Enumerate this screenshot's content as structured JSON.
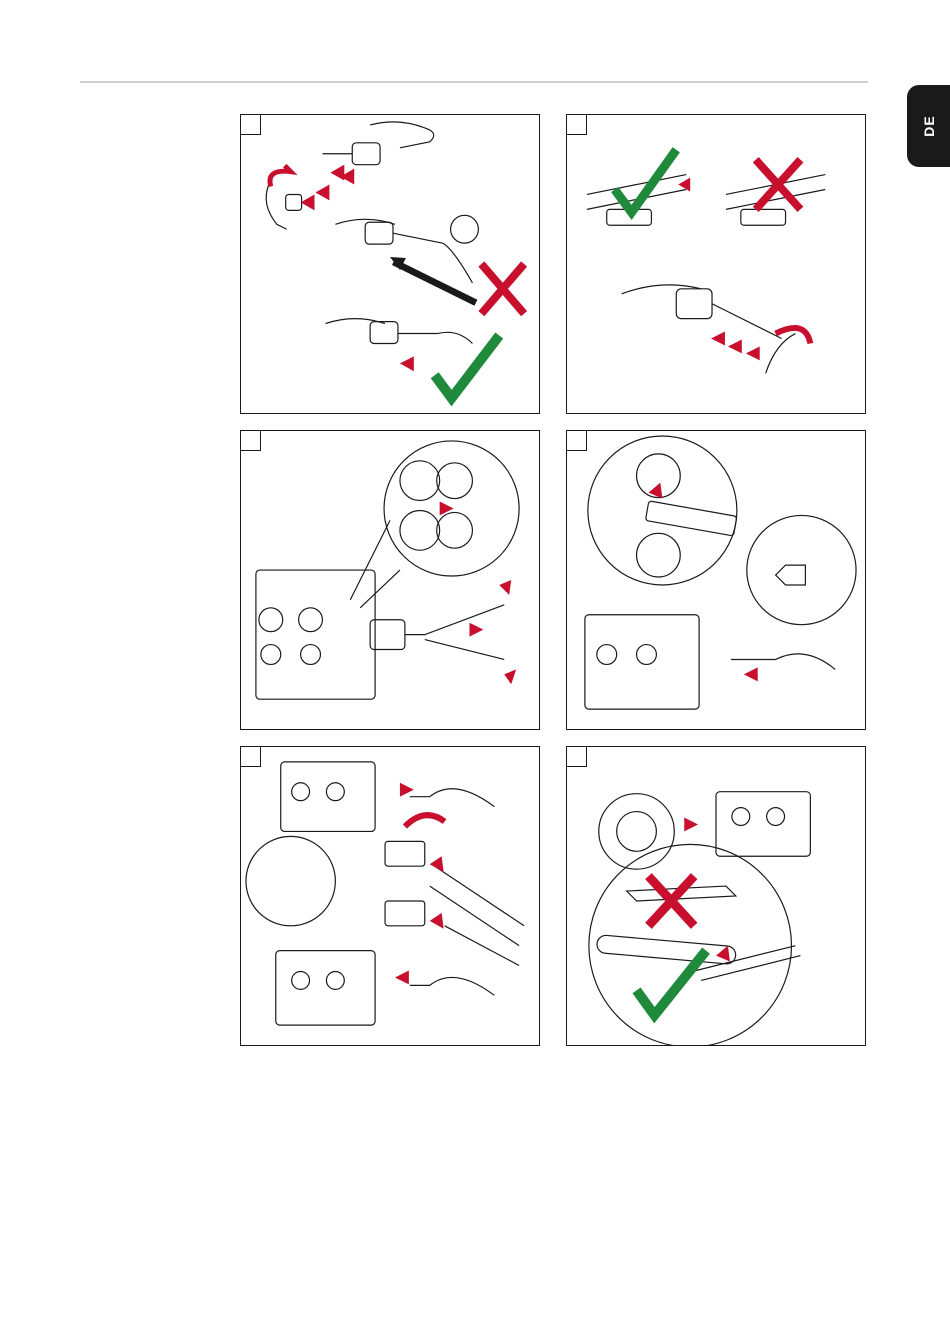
{
  "header": {
    "language_tab": "DE",
    "accent_color": "#1a1a1a"
  },
  "colors": {
    "arrow_red": "#c8102e",
    "check_green": "#1f8a3b",
    "line": "#1a1a1a"
  },
  "panels": [
    {
      "id": "step-1",
      "icons": [
        "gun-icon",
        "curved-arrow-icon",
        "red-cross-icon",
        "green-check-icon"
      ]
    },
    {
      "id": "step-2",
      "icons": [
        "green-check-icon",
        "red-cross-icon",
        "gun-icon",
        "curved-arrow-icon"
      ]
    },
    {
      "id": "step-3",
      "icons": [
        "wire-feeder-icon",
        "pliers-icon",
        "magnifier-detail-icon"
      ]
    },
    {
      "id": "step-4",
      "icons": [
        "wire-feeder-icon",
        "cutter-icon",
        "nozzle-detail-icon"
      ]
    },
    {
      "id": "step-5",
      "icons": [
        "wire-feeder-icon",
        "sharpener-icon",
        "gun-icon"
      ]
    },
    {
      "id": "step-6",
      "icons": [
        "wire-spool-icon",
        "wire-feeder-icon",
        "red-cross-icon",
        "green-check-icon",
        "file-icon"
      ]
    }
  ]
}
